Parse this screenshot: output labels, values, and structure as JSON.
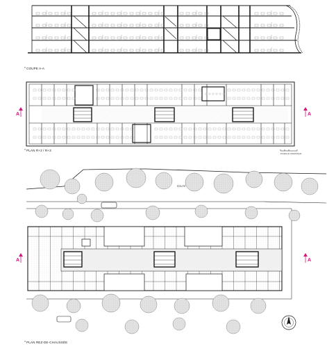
{
  "drawings": {
    "section": {
      "caption": "COUPE A-A"
    },
    "upper_plan": {
      "caption": "PLAN R+2 / R+3",
      "scale_note": "ECHELLE GRAPHIQUE"
    },
    "ground_plan": {
      "caption": "PLAN REZ-DE-CHAUSSÉE",
      "road_label": "ROUTE"
    }
  },
  "section_marker": {
    "letter": "A",
    "color": "#d4157d"
  },
  "colors": {
    "ink": "#1a1a1a",
    "hatch": "#bdbdbd",
    "accent": "#d4157d",
    "tree_fill": "#e3e3e3"
  },
  "icons": [
    "section-marker-icon",
    "north-arrow-icon",
    "tree-icon",
    "car-icon"
  ]
}
